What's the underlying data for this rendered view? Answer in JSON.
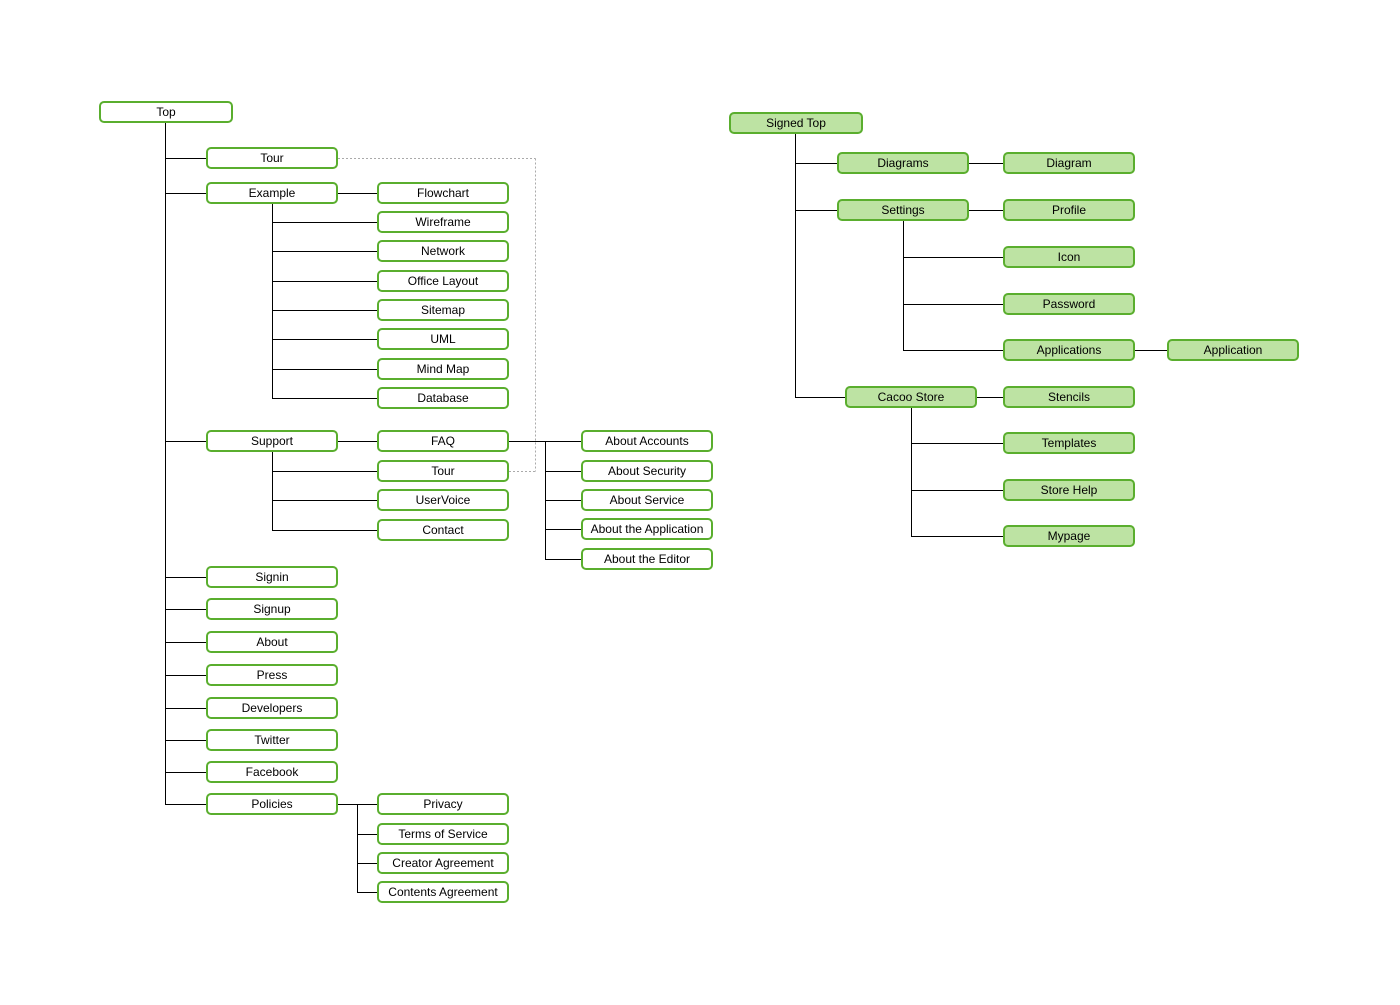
{
  "colors": {
    "node_border": "#5aae2e",
    "node_fill": "#ffffff",
    "signed_node_fill": "#bde3a3",
    "connector": "#000000",
    "dotted_link": "#aaaaaa"
  },
  "public_map": {
    "root": "Top",
    "tour": "Tour",
    "example": {
      "label": "Example",
      "children": [
        "Flowchart",
        "Wireframe",
        "Network",
        "Office Layout",
        "Sitemap",
        "UML",
        "Mind Map",
        "Database"
      ]
    },
    "support": {
      "label": "Support",
      "faq": {
        "label": "FAQ",
        "children": [
          "About Accounts",
          "About Security",
          "About Service",
          "About the Application",
          "About the Editor"
        ]
      },
      "others": [
        "Tour",
        "UserVoice",
        "Contact"
      ]
    },
    "pages": [
      "Signin",
      "Signup",
      "About",
      "Press",
      "Developers",
      "Twitter",
      "Facebook"
    ],
    "policies": {
      "label": "Policies",
      "children": [
        "Privacy",
        "Terms of Service",
        "Creator Agreement",
        "Contents Agreement"
      ]
    }
  },
  "signed_map": {
    "root": "Signed Top",
    "diagrams": {
      "label": "Diagrams",
      "child": "Diagram"
    },
    "settings": {
      "label": "Settings",
      "children": [
        "Profile",
        "Icon",
        "Password",
        "Applications"
      ],
      "applications_child": "Application"
    },
    "store": {
      "label": "Cacoo Store",
      "children": [
        "Stencils",
        "Templates",
        "Store Help",
        "Mypage"
      ]
    }
  }
}
